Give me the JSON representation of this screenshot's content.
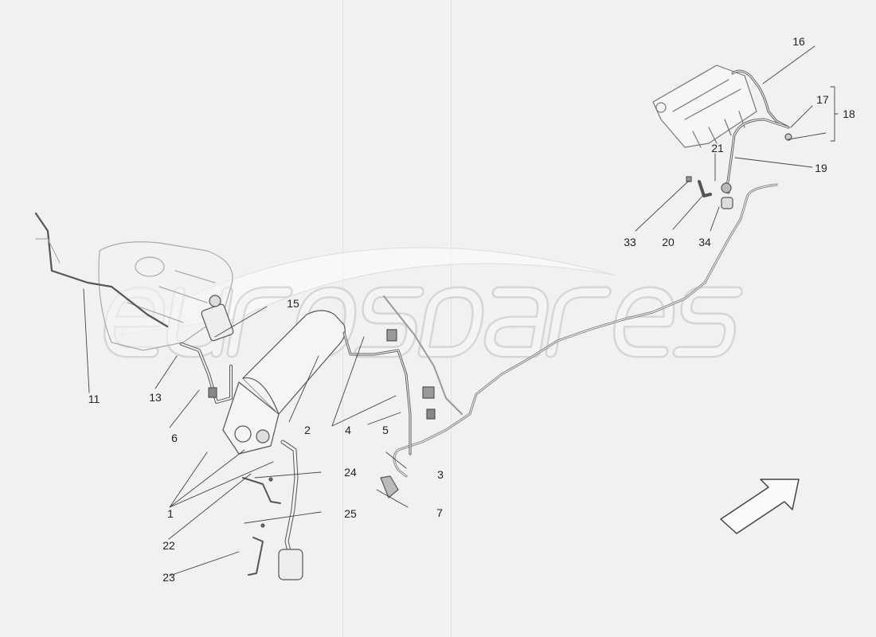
{
  "watermark": "eurospares",
  "callouts": [
    {
      "id": "c16",
      "text": "16"
    },
    {
      "id": "c17",
      "text": "17"
    },
    {
      "id": "c18",
      "text": "18"
    },
    {
      "id": "c21",
      "text": "21"
    },
    {
      "id": "c19",
      "text": "19"
    },
    {
      "id": "c33",
      "text": "33"
    },
    {
      "id": "c20",
      "text": "20"
    },
    {
      "id": "c34",
      "text": "34"
    },
    {
      "id": "c11",
      "text": "11"
    },
    {
      "id": "c15",
      "text": "15"
    },
    {
      "id": "c13",
      "text": "13"
    },
    {
      "id": "c6",
      "text": "6"
    },
    {
      "id": "c2",
      "text": "2"
    },
    {
      "id": "c4",
      "text": "4"
    },
    {
      "id": "c5",
      "text": "5"
    },
    {
      "id": "c3",
      "text": "3"
    },
    {
      "id": "c7",
      "text": "7"
    },
    {
      "id": "c1",
      "text": "1"
    },
    {
      "id": "c24",
      "text": "24"
    },
    {
      "id": "c22",
      "text": "22"
    },
    {
      "id": "c25",
      "text": "25"
    },
    {
      "id": "c23",
      "text": "23"
    }
  ],
  "direction_arrow": "arrow-up-right-icon"
}
